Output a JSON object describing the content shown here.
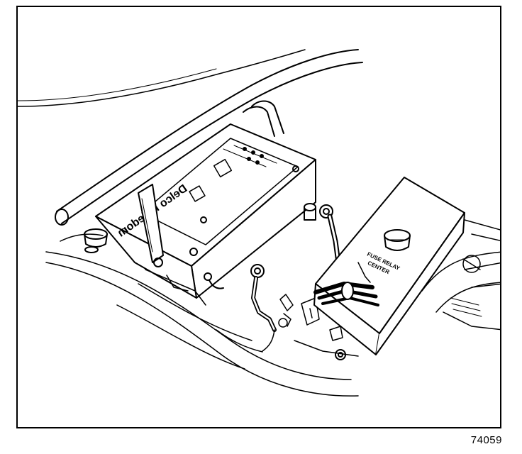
{
  "figure": {
    "number": "74059"
  },
  "battery": {
    "brand_label": "Delco Freedom"
  },
  "fuse_block": {
    "label_line1": "FUSE RELAY",
    "label_line2": "CENTER"
  },
  "colors": {
    "ink": "#000000",
    "paper": "#ffffff"
  }
}
